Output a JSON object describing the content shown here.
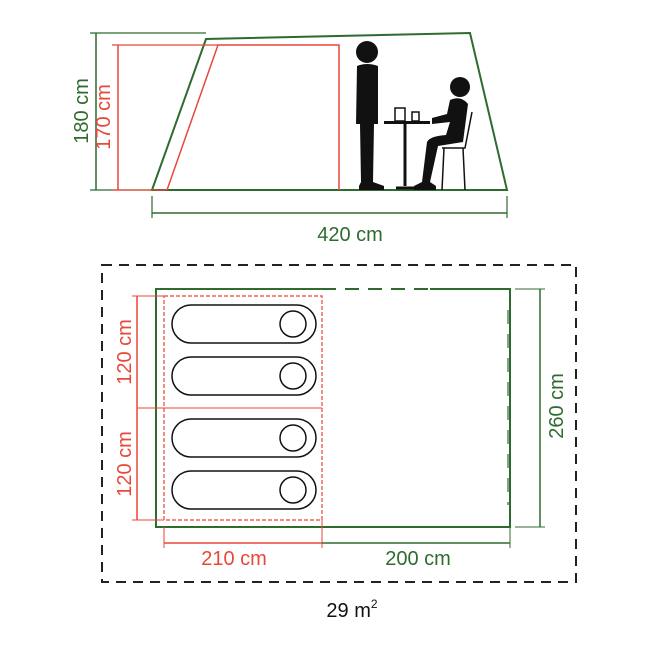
{
  "side_view": {
    "outer_height_label": "180 cm",
    "inner_height_label": "170 cm",
    "length_label": "420 cm"
  },
  "floor_plan": {
    "bedroom_width_label_top": "120 cm",
    "bedroom_width_label_bottom": "120 cm",
    "bedroom_depth_label": "210 cm",
    "living_depth_label": "200 cm",
    "total_width_label": "260 cm",
    "area_label": "29 m",
    "area_superscript": "2",
    "sleeping_bag_count": 4
  },
  "colors": {
    "outer": "#2f6b2f",
    "inner": "#e8473a",
    "fill": "#ffffff",
    "silhouette": "#111111",
    "dashed": "#222222"
  }
}
